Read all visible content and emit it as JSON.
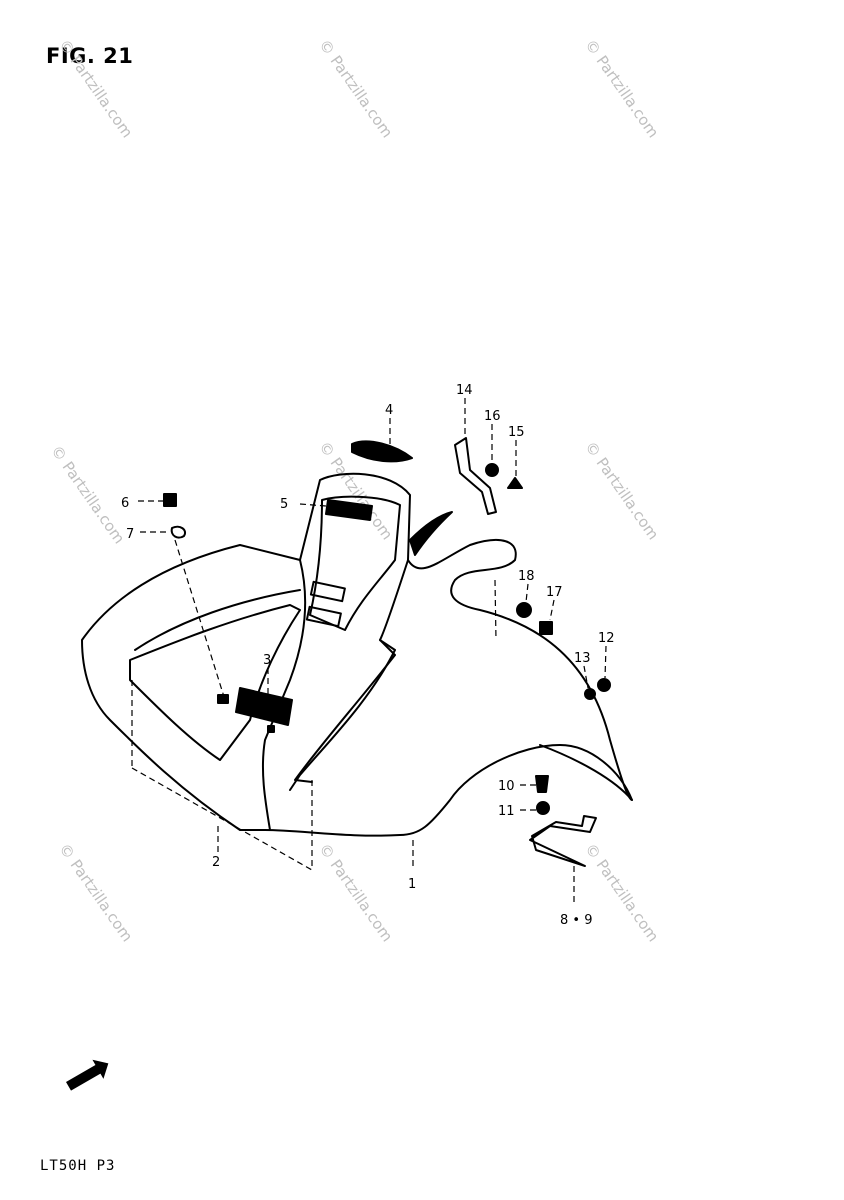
{
  "figure": {
    "title": "FIG. 21"
  },
  "watermark": {
    "text": "© Partzilla.com"
  },
  "callouts": {
    "c1": "1",
    "c2": "2",
    "c3": "3",
    "c4": "4",
    "c5": "5",
    "c6": "6",
    "c7": "7",
    "c8_9": "8 • 9",
    "c10": "10",
    "c11": "11",
    "c12": "12",
    "c13": "13",
    "c14": "14",
    "c15": "15",
    "c16": "16",
    "c17": "17",
    "c18": "18"
  },
  "footer": {
    "code": "LT50H P3"
  }
}
